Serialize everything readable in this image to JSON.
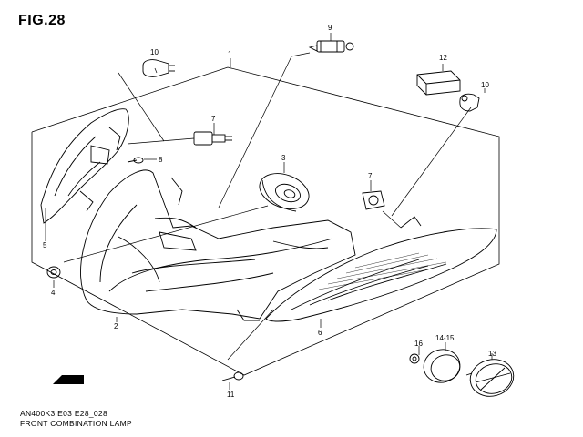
{
  "figure": {
    "title": "FIG.28",
    "model_code": "AN400K3 E03 E28_028",
    "assembly_name": "FRONT COMBINATION LAMP",
    "direction_label": "FWD"
  },
  "callouts": [
    {
      "id": "c1",
      "label": "1"
    },
    {
      "id": "c2",
      "label": "2"
    },
    {
      "id": "c3",
      "label": "3"
    },
    {
      "id": "c4",
      "label": "4"
    },
    {
      "id": "c5",
      "label": "5"
    },
    {
      "id": "c6",
      "label": "6"
    },
    {
      "id": "c7a",
      "label": "7"
    },
    {
      "id": "c7b",
      "label": "7"
    },
    {
      "id": "c8",
      "label": "8"
    },
    {
      "id": "c9",
      "label": "9"
    },
    {
      "id": "c10a",
      "label": "10"
    },
    {
      "id": "c10b",
      "label": "10"
    },
    {
      "id": "c11",
      "label": "11"
    },
    {
      "id": "c12",
      "label": "12"
    },
    {
      "id": "c13",
      "label": "13"
    },
    {
      "id": "c1415",
      "label": "14-15"
    },
    {
      "id": "c16",
      "label": "16"
    }
  ]
}
